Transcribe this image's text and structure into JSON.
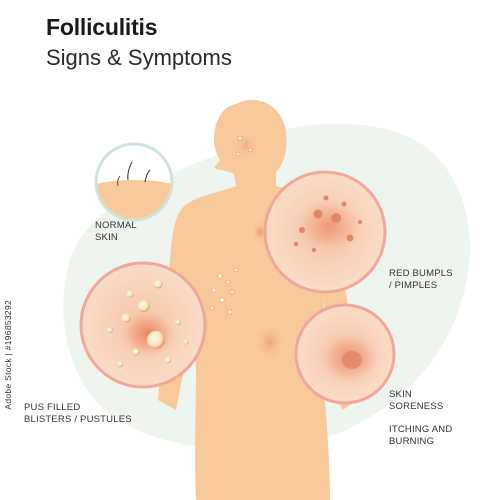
{
  "header": {
    "title": "Folliculitis",
    "subtitle": "Signs & Symptoms"
  },
  "labels": {
    "normal_skin": [
      "NORMAL",
      "SKIN"
    ],
    "red_bumps": [
      "RED BUMPLS",
      "/ PIMPLES"
    ],
    "pus_blisters": [
      "PUS FILLED",
      "BLISTERS / PUSTULES"
    ],
    "skin_soreness": [
      "SKIN",
      "SORENESS"
    ],
    "itching": [
      "ITCHING AND",
      "BURNING"
    ]
  },
  "watermark": "Adobe Stock | #196853292",
  "colors": {
    "skin": "#f8c99b",
    "skin_shadow": "#f0b884",
    "lesion": "#e8906f",
    "ring": "#f3a79a",
    "blob_bg": "#eaf2ea"
  }
}
